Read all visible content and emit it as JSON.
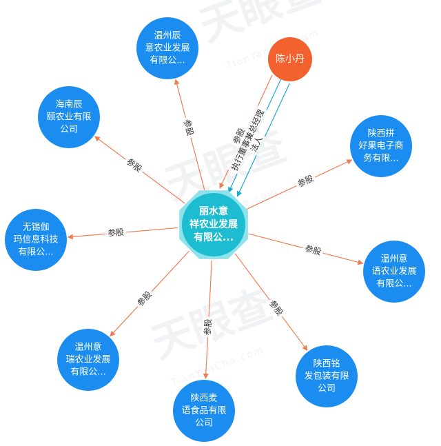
{
  "watermark": {
    "text": "天眼查",
    "subtext": "TianYanCha.com"
  },
  "colors": {
    "company": "#1b8df0",
    "center": "#1dbcd0",
    "center_ring": "#8fe2ec",
    "person": "#f2612e",
    "invest_edge": "#ef7d52",
    "role_edge": "#1aa8d8",
    "edge_text": "#333333"
  },
  "center": {
    "id": "center",
    "lines": [
      "丽水意",
      "祥农业发展",
      "有限公..."
    ]
  },
  "person": {
    "id": "person",
    "lines": [
      "陈小丹"
    ]
  },
  "companies": [
    {
      "id": "c1",
      "lines": [
        "温州辰",
        "意农业发展",
        "有限公..."
      ],
      "edge_label": "参股"
    },
    {
      "id": "c2",
      "lines": [
        "海南辰",
        "颐农业有限",
        "公司"
      ],
      "edge_label": "参股"
    },
    {
      "id": "c3",
      "lines": [
        "无锡伽",
        "玛信息科技",
        "有限公..."
      ],
      "edge_label": "参股"
    },
    {
      "id": "c4",
      "lines": [
        "温州意",
        "瑞农业发展",
        "有限公..."
      ],
      "edge_label": "参股"
    },
    {
      "id": "c5",
      "lines": [
        "陕西麦",
        "语食品有限",
        "公司"
      ],
      "edge_label": "参股"
    },
    {
      "id": "c6",
      "lines": [
        "陕西铭",
        "发包装有限",
        "公司"
      ],
      "edge_label": "参股"
    },
    {
      "id": "c7",
      "lines": [
        "温州意",
        "语农业发展",
        "有限公..."
      ],
      "edge_label": "参股"
    },
    {
      "id": "c8",
      "lines": [
        "陕西拼",
        "好果电子商",
        "务有限..."
      ],
      "edge_label": "参股"
    }
  ],
  "person_edges": [
    {
      "label": "法人",
      "type": "role"
    },
    {
      "label": "执行董事兼总经理",
      "type": "role"
    },
    {
      "label": "参股",
      "type": "invest"
    }
  ]
}
